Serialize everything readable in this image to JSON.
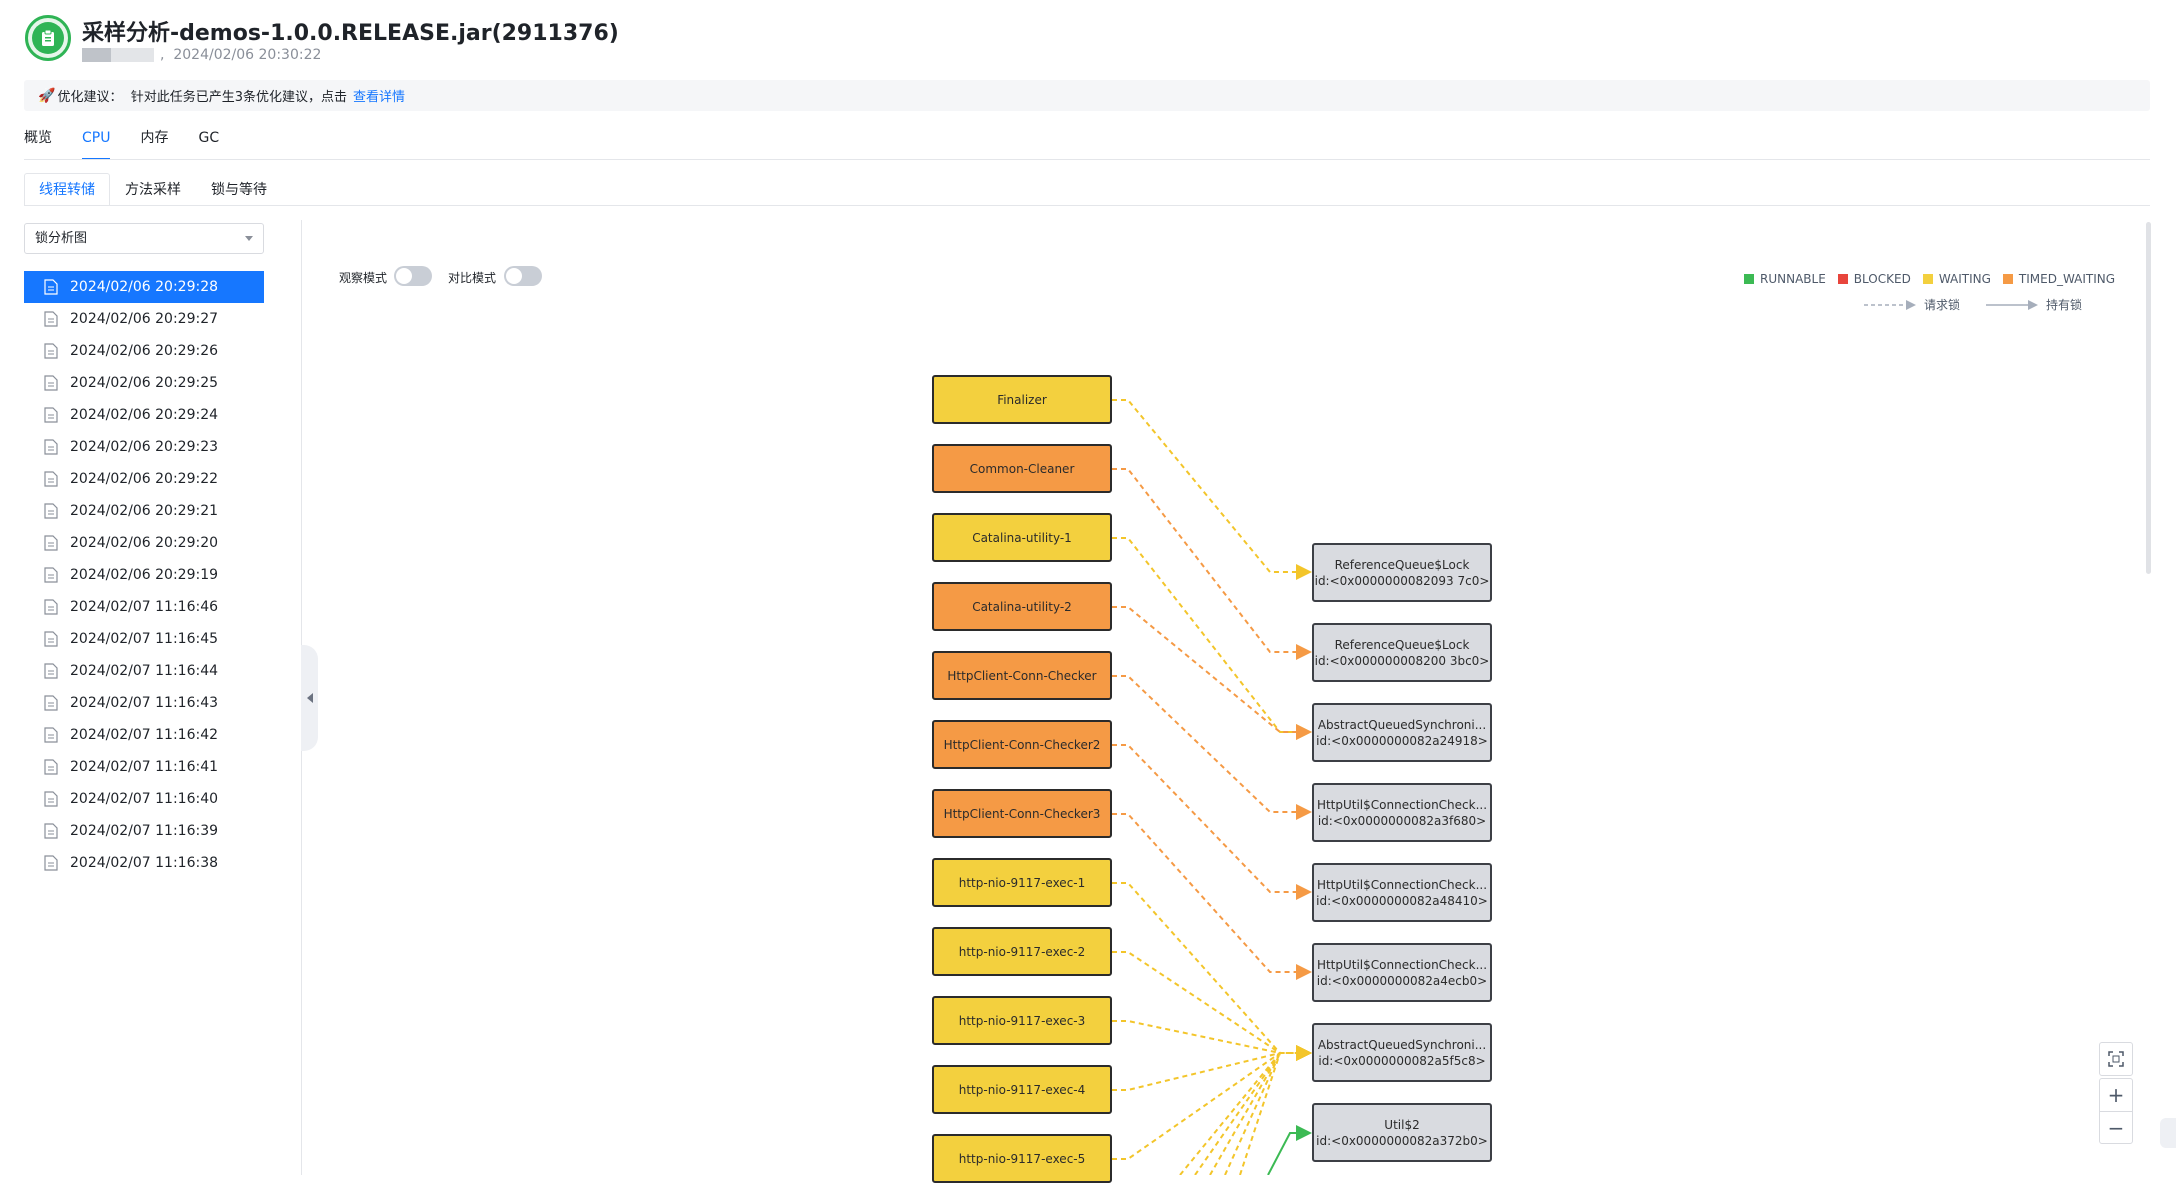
{
  "header": {
    "title": "采样分析-demos-1.0.0.RELEASE.jar(2911376)",
    "subtitle_sep": ",",
    "timestamp": "2024/02/06 20:30:22"
  },
  "banner": {
    "label": "优化建议：",
    "text": "针对此任务已产生3条优化建议，点击",
    "link": "查看详情"
  },
  "main_tabs": [
    {
      "label": "概览",
      "active": false
    },
    {
      "label": "CPU",
      "active": true
    },
    {
      "label": "内存",
      "active": false
    },
    {
      "label": "GC",
      "active": false
    }
  ],
  "sub_tabs": [
    {
      "label": "线程转储",
      "active": true
    },
    {
      "label": "方法采样",
      "active": false
    },
    {
      "label": "锁与等待",
      "active": false
    }
  ],
  "view_select": {
    "value": "锁分析图"
  },
  "snapshots": [
    "2024/02/06 20:29:28",
    "2024/02/06 20:29:27",
    "2024/02/06 20:29:26",
    "2024/02/06 20:29:25",
    "2024/02/06 20:29:24",
    "2024/02/06 20:29:23",
    "2024/02/06 20:29:22",
    "2024/02/06 20:29:21",
    "2024/02/06 20:29:20",
    "2024/02/06 20:29:19",
    "2024/02/07 11:16:46",
    "2024/02/07 11:16:45",
    "2024/02/07 11:16:44",
    "2024/02/07 11:16:43",
    "2024/02/07 11:16:42",
    "2024/02/07 11:16:41",
    "2024/02/07 11:16:40",
    "2024/02/07 11:16:39",
    "2024/02/07 11:16:38"
  ],
  "selected_snapshot": "2024/02/06 20:29:28",
  "toggles": {
    "observe_label": "观察模式",
    "compare_label": "对比模式"
  },
  "legend": {
    "states": [
      {
        "label": "RUNNABLE",
        "color": "#3cba54"
      },
      {
        "label": "BLOCKED",
        "color": "#e8453c"
      },
      {
        "label": "WAITING",
        "color": "#f3d03e"
      },
      {
        "label": "TIMED_WAITING",
        "color": "#f59a45"
      }
    ],
    "request_lock": "请求锁",
    "hold_lock": "持有锁"
  },
  "threads": [
    {
      "name": "Finalizer",
      "state": "WAITING"
    },
    {
      "name": "Common-Cleaner",
      "state": "TIMED_WAITING"
    },
    {
      "name": "Catalina-utility-1",
      "state": "WAITING"
    },
    {
      "name": "Catalina-utility-2",
      "state": "TIMED_WAITING"
    },
    {
      "name": "HttpClient-Conn-Checker",
      "state": "TIMED_WAITING"
    },
    {
      "name": "HttpClient-Conn-Checker2",
      "state": "TIMED_WAITING"
    },
    {
      "name": "HttpClient-Conn-Checker3",
      "state": "TIMED_WAITING"
    },
    {
      "name": "http-nio-9117-exec-1",
      "state": "WAITING"
    },
    {
      "name": "http-nio-9117-exec-2",
      "state": "WAITING"
    },
    {
      "name": "http-nio-9117-exec-3",
      "state": "WAITING"
    },
    {
      "name": "http-nio-9117-exec-4",
      "state": "WAITING"
    },
    {
      "name": "http-nio-9117-exec-5",
      "state": "WAITING"
    }
  ],
  "locks": [
    {
      "name": "ReferenceQueue$Lock",
      "id": "id:<0x0000000082093 7c0>"
    },
    {
      "name": "ReferenceQueue$Lock",
      "id": "id:<0x000000008200 3bc0>"
    },
    {
      "name": "AbstractQueuedSynchroni...",
      "id": "id:<0x0000000082a24918>"
    },
    {
      "name": "HttpUtil$ConnectionCheck...",
      "id": "id:<0x0000000082a3f680>"
    },
    {
      "name": "HttpUtil$ConnectionCheck...",
      "id": "id:<0x0000000082a48410>"
    },
    {
      "name": "HttpUtil$ConnectionCheck...",
      "id": "id:<0x0000000082a4ecb0>"
    },
    {
      "name": "AbstractQueuedSynchroni...",
      "id": "id:<0x0000000082a5f5c8>"
    },
    {
      "name": "Util$2",
      "id": "id:<0x0000000082a372b0>"
    }
  ],
  "colors": {
    "accent": "#1677ff",
    "waiting": "#f3d03e",
    "timed_waiting": "#f59a45",
    "lock_node": "#d9dbe0",
    "runnable": "#3cba54"
  }
}
